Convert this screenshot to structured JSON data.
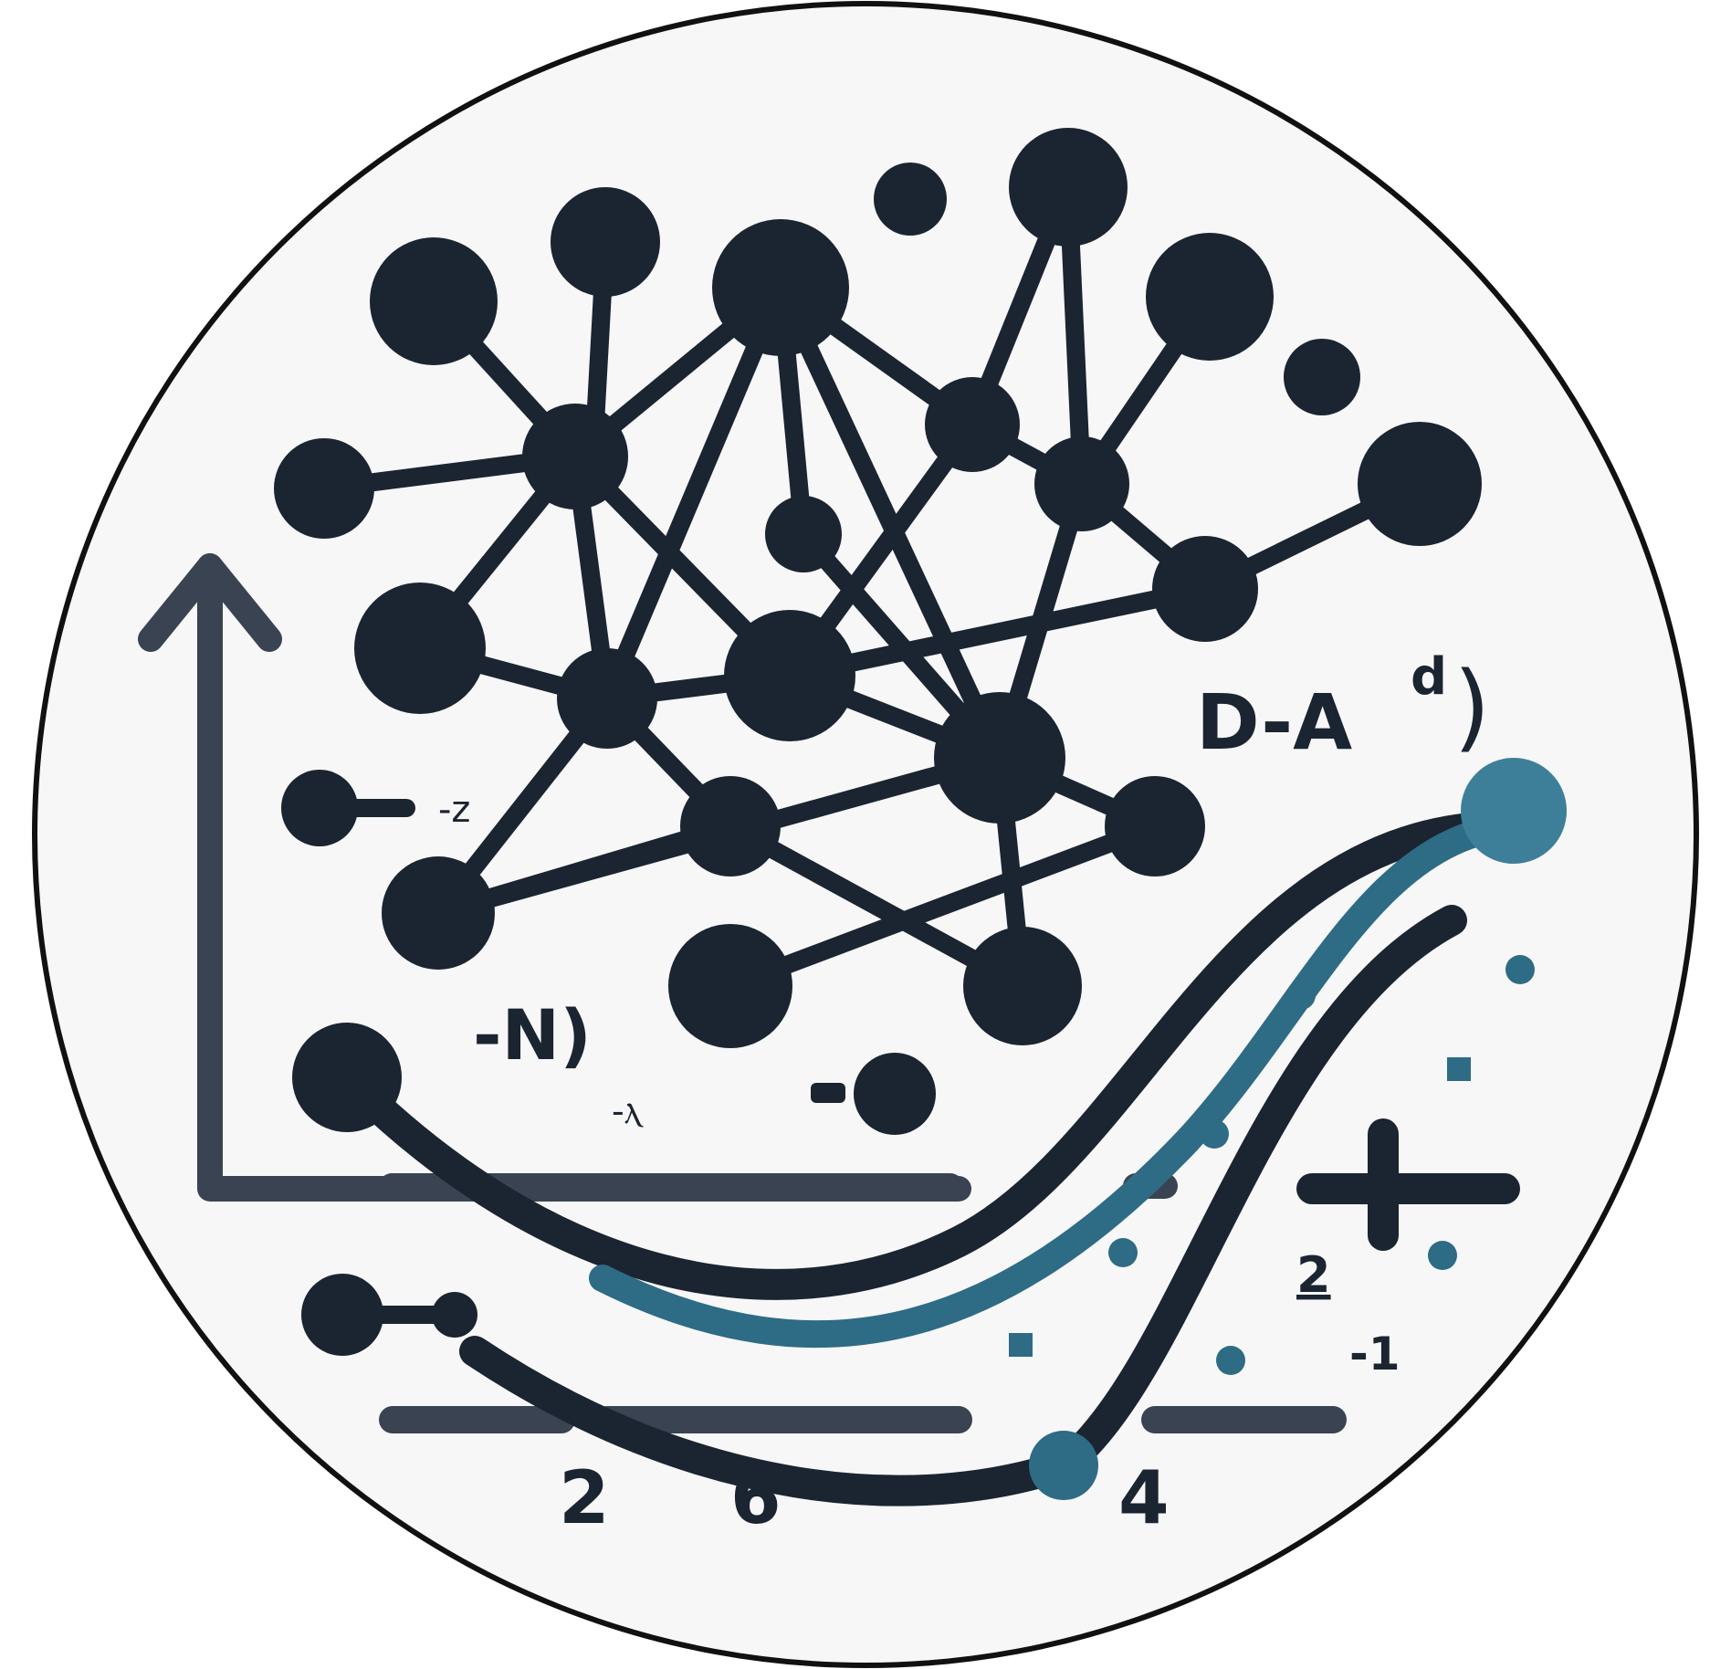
{
  "colors": {
    "background": "#ffffff",
    "disc_fill": "#f7f7f7",
    "ink": "#1b2431",
    "axis": "#3a4352",
    "teal": "#2e6b85",
    "teal_light": "#3d7f99"
  },
  "labels": {
    "formula_main": "D-A",
    "formula_sup": "d",
    "formula_close": ")",
    "neg_n": "-N)",
    "neg_n_sub": "-ⲗ",
    "neg_z": "-z",
    "minus": "-",
    "two_bar": "2",
    "neg_one": "-1"
  },
  "ticks": [
    "2",
    "6",
    "4"
  ],
  "icons": {
    "plus": "plus-icon",
    "graph": "network-graph-icon",
    "axis": "axis-arrow-icon"
  }
}
